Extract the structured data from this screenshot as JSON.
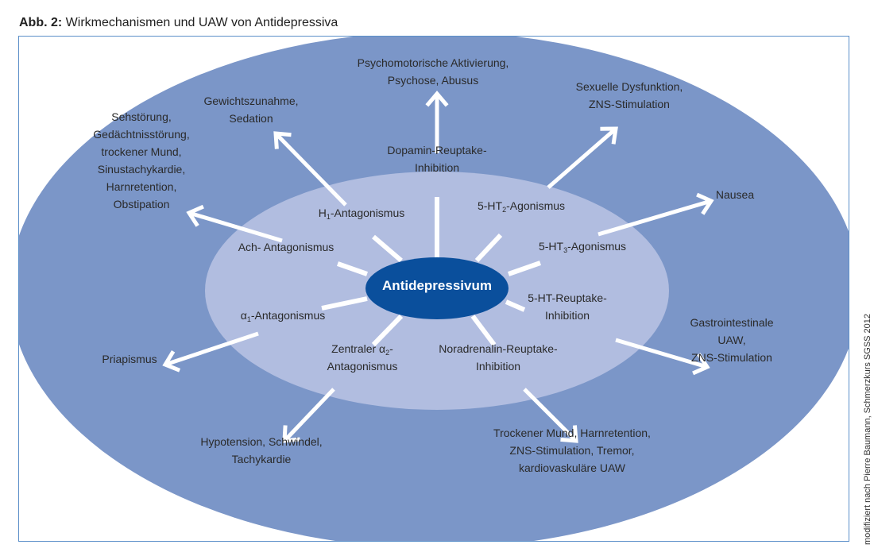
{
  "figure": {
    "label": "Abb. 2:",
    "title": "Wirkmechanismen und UAW von Antidepressiva",
    "credit": "modifiziert nach Pierre Baumann, Schmerzkurs SGSS 2012"
  },
  "colors": {
    "outer_ellipse": "#7b96c8",
    "inner_ellipse": "#b1bde0",
    "center_ellipse": "#0a4f9c",
    "arrows": "#ffffff",
    "frame_border": "#5b8fc9"
  },
  "center": {
    "label": "Antidepressivum"
  },
  "mechanisms": [
    {
      "id": "dopamin",
      "mechanism_html": "Dopamin-Reuptake-<br>Inhibition",
      "effect_html": "Psychomotorische Aktivierung,<br>Psychose, Abusus"
    },
    {
      "id": "h1",
      "mechanism_html": "H<sub>1</sub>-Antagonismus",
      "effect_html": "Gewichtszunahme,<br>Sedation"
    },
    {
      "id": "ach",
      "mechanism_html": "Ach- Antagonismus",
      "effect_html": "Sehstörung,<br>Gedächtnisstörung,<br>trockener Mund,<br>Sinustachykardie,<br>Harnretention,<br>Obstipation"
    },
    {
      "id": "alpha1",
      "mechanism_html": "α<sub>1</sub>-Antagonismus",
      "effect_html": "Priapismus"
    },
    {
      "id": "alpha2",
      "mechanism_html": "Zentraler α<sub>2</sub>-<br>Antagonismus",
      "effect_html": "Hypotension, Schwindel,<br>Tachykardie"
    },
    {
      "id": "noradrenalin",
      "mechanism_html": "Noradrenalin-Reuptake-<br>Inhibition",
      "effect_html": "Trockener Mund, Harnretention,<br>ZNS-Stimulation, Tremor,<br>kardiovaskuläre UAW"
    },
    {
      "id": "5ht_reuptake",
      "mechanism_html": "5-HT-Reuptake-<br>Inhibition",
      "effect_html": "Gastrointestinale<br>UAW,<br>ZNS-Stimulation"
    },
    {
      "id": "5ht3",
      "mechanism_html": "5-HT<sub>3</sub>-Agonismus",
      "effect_html": "Nausea"
    },
    {
      "id": "5ht2",
      "mechanism_html": "5-HT<sub>2</sub>-Agonismus",
      "effect_html": "Sexuelle Dysfunktion,<br>ZNS-Stimulation"
    }
  ]
}
